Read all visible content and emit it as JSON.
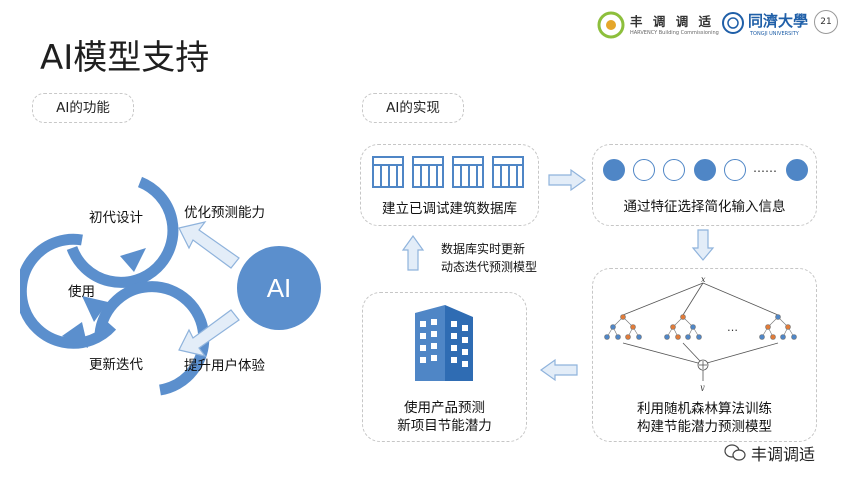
{
  "slide": {
    "title": "AI模型支持",
    "page_number": "21"
  },
  "header": {
    "brand1": "丰 调 调 适",
    "brand1_sub": "HARVENCY Building Commissioning",
    "brand2": "同濟大學",
    "brand2_sub": "TONGJI UNIVERSITY"
  },
  "left": {
    "section_label": "AI的功能",
    "cycle_items": [
      "初代设计",
      "使用",
      "更新迭代"
    ],
    "ai_label": "AI",
    "optimize_label": "优化预测能力",
    "experience_label": "提升用户体验"
  },
  "right": {
    "section_label": "AI的实现",
    "box1_label": "建立已调试建筑数据库",
    "box2_label": "通过特征选择简化输入信息",
    "box2_ellipsis": "……",
    "box3_line1": "利用随机森林算法训练",
    "box3_line2": "构建节能潜力预测模型",
    "box4_line1": "使用产品预测",
    "box4_line2": "新项目节能潜力",
    "update_line1": "数据库实时更新",
    "update_line2": "动态迭代预测模型",
    "tree_x_label": "x",
    "tree_y_label": "y",
    "tree_ellipsis": "…",
    "feature_dots": [
      "filled",
      "empty",
      "empty",
      "filled",
      "empty",
      "filled"
    ]
  },
  "watermark": {
    "text": "丰调调适"
  },
  "colors": {
    "accent": "#5b8fcd",
    "arrow_fill": "#e3edf8",
    "arrow_stroke": "#8fb3dc",
    "tree_node": "#e07b39",
    "tree_node_blue": "#4f86c6"
  }
}
